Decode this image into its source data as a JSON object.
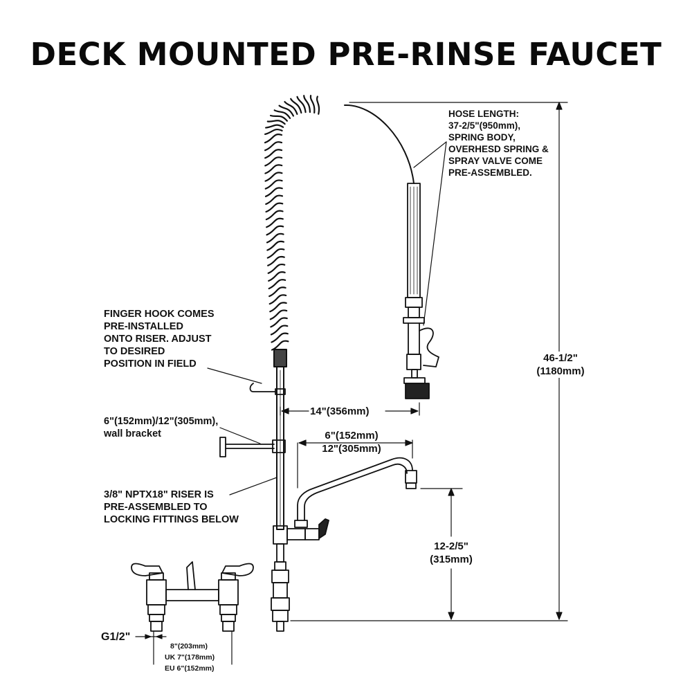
{
  "title": "DECK MOUNTED PRE-RINSE FAUCET",
  "notes": {
    "hose": "HOSE LENGTH:\n37-2/5\"(950mm),\nSPRING BODY,\nOVERHESD SPRING &\nSPRAY VALVE COME\nPRE-ASSEMBLED.",
    "finger_hook": "FINGER HOOK COMES\nPRE-INSTALLED\nONTO RISER. ADJUST\nTO DESIRED\nPOSITION IN FIELD",
    "wall_bracket": "6\"(152mm)/12\"(305mm),\nwall bracket",
    "riser": "3/8\" NPTX18\" RISER IS\nPRE-ASSEMBLED TO\nLOCKING FITTINGS BELOW"
  },
  "dimensions": {
    "total_height": "46-1/2\"\n(1180mm)",
    "spray_offset": "14\"(356mm)",
    "spout_length": "6\"(152mm)\n12\"(305mm)",
    "spout_height": "12-2/5\"\n(315mm)",
    "thread": "G1/2\"",
    "centers_1": "8\"(203mm)",
    "centers_2": "UK 7\"(178mm)",
    "centers_3": "EU 6\"(152mm)"
  }
}
